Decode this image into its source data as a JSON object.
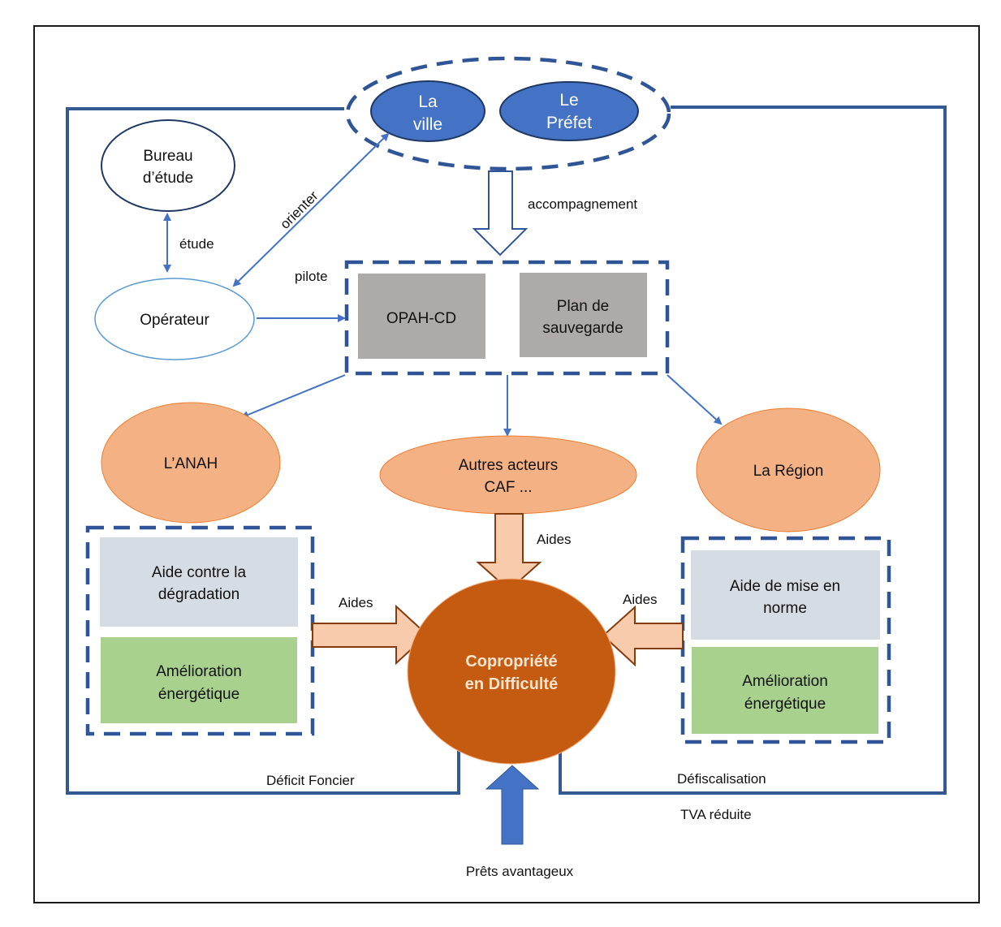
{
  "colors": {
    "frame_blue": "#345a94",
    "actor_blue": "#4472c4",
    "box_gray": "#aeaaaa",
    "box_light_blue": "#d6dce4",
    "box_green": "#a9d18e",
    "salmon": "#f4b183",
    "center_orange": "#c55a11",
    "arrow_peach": "#f8cbad"
  },
  "nodes": {
    "la_ville": [
      "La",
      "ville"
    ],
    "le_prefet": [
      "Le",
      "Préfet"
    ],
    "bureau_etude": [
      "Bureau",
      "d’étude"
    ],
    "operateur": "Opérateur",
    "opah_cd": "OPAH-CD",
    "plan_sauvegarde": [
      "Plan de",
      "sauvegarde"
    ],
    "anah": "L’ANAH",
    "autres_acteurs": [
      "Autres acteurs",
      "CAF ..."
    ],
    "region": "La Région",
    "center": [
      "Copropriété",
      "en Difficulté"
    ]
  },
  "left_group": {
    "box1": [
      "Aide contre la",
      "dégradation"
    ],
    "box2": [
      "Amélioration",
      "énergétique"
    ]
  },
  "right_group": {
    "box1": [
      "Aide de mise en",
      "norme"
    ],
    "box2": [
      "Amélioration",
      "énergétique"
    ]
  },
  "edge_labels": {
    "accompagnement": "accompagnement",
    "orienter": "orienter",
    "etude": "étude",
    "pilote": "pilote",
    "aides_top": "Aides",
    "aides_left": "Aides",
    "aides_right": "Aides",
    "deficit_foncier": "Déficit Foncier",
    "defiscalisation": "Défiscalisation",
    "tva_reduite": "TVA réduite",
    "prets_avantageux": "Prêts avantageux"
  }
}
